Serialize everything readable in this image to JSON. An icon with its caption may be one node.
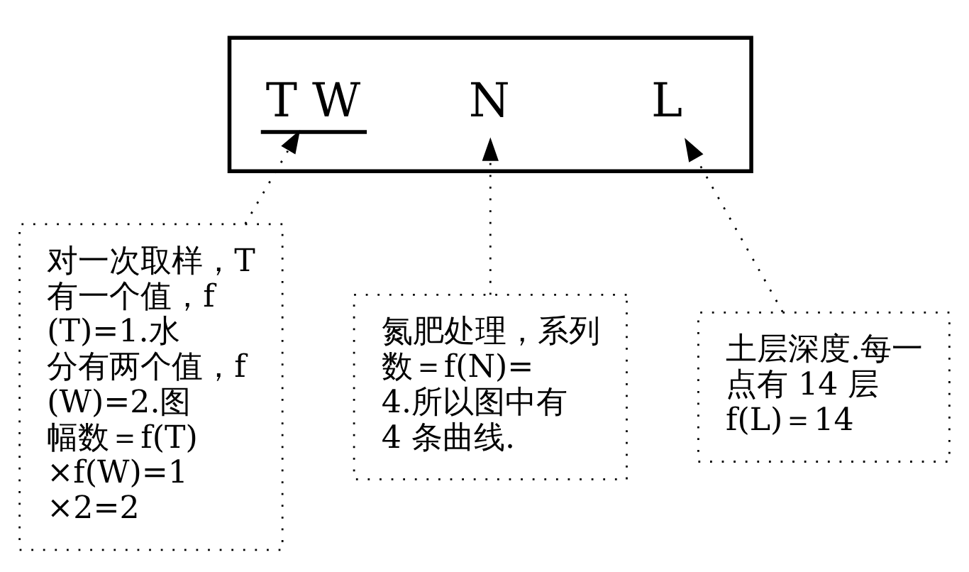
{
  "diagram": {
    "nodes": [
      {
        "text": [],
        "shape": "box"
      },
      {
        "text": [
          "T W"
        ],
        "in": 0
      },
      {
        "text": [
          "N"
        ],
        "in": 0
      },
      {
        "text": [
          "L"
        ],
        "in": 0
      },
      {
        "text": [
          "对一次取样，T 有一个值，f(T)=1.水分有两个值，f(W)=2.图幅数＝f(T)×f(W)=1×2=2"
        ]
      },
      {
        "text": [
          "氮肥处理，系列数＝f(N)=4.所以图中有 4 条曲线."
        ]
      },
      {
        "text": [
          "土层深度.每一点有 14 层f(L)＝14"
        ]
      }
    ],
    "edges": [
      {
        "from": 4,
        "to": 1,
        "arrow": "to",
        "style": "dashed"
      },
      {
        "from": 5,
        "to": 2,
        "arrow": "to",
        "style": "dashed"
      },
      {
        "from": 6,
        "to": 3,
        "arrow": "to",
        "style": "dashed"
      }
    ]
  }
}
